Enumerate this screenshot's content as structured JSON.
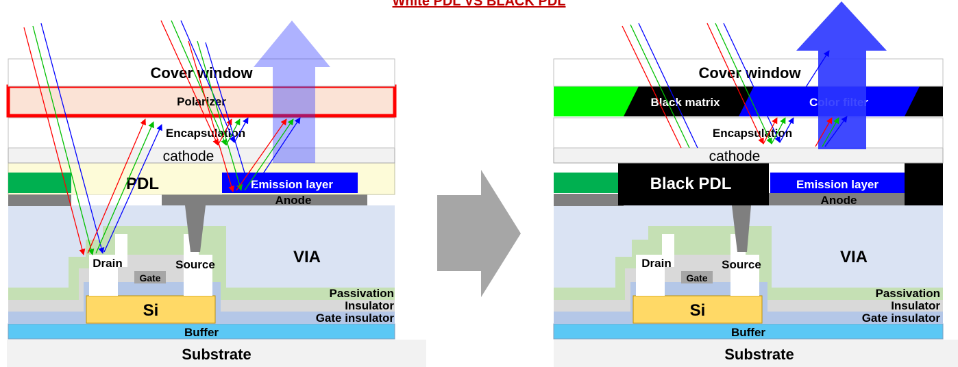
{
  "title": "White PDL  VS  BLACK PDL",
  "left": {
    "cover_window": "Cover window",
    "polarizer": "Polarizer",
    "encapsulation": "Encapsulation",
    "cathode": "cathode",
    "pdl": "PDL",
    "emission_layer": "Emission layer",
    "anode": "Anode",
    "via": "VIA",
    "drain": "Drain",
    "source": "Source",
    "gate": "Gate",
    "passivation": "Passivation",
    "insulator": "Insulator",
    "si": "Si",
    "gate_insulator": "Gate insulator",
    "buffer": "Buffer",
    "substrate": "Substrate"
  },
  "right": {
    "cover_window": "Cover window",
    "black_matrix": "Black matrix",
    "color_filter": "Color filter",
    "encapsulation": "Encapsulation",
    "cathode": "cathode",
    "black_pdl": "Black PDL",
    "emission_layer": "Emission layer",
    "anode": "Anode",
    "via": "VIA",
    "drain": "Drain",
    "source": "Source",
    "gate": "Gate",
    "passivation": "Passivation",
    "insulator": "Insulator",
    "si": "Si",
    "gate_insulator": "Gate insulator",
    "buffer": "Buffer",
    "substrate": "Substrate"
  },
  "colors": {
    "title": "#c00000",
    "pdl_white": "#fdfbd8",
    "black_pdl": "#000000",
    "polarizer_fill": "#fbe3d6",
    "polarizer_border": "#ff0000",
    "emission": "#0000ff",
    "green_subpixel": "#00b050",
    "bright_green": "#00ff00",
    "anode": "#7f7f7f",
    "via": "#dae3f3",
    "passivation": "#c5e0b4",
    "insulator": "#d9d9d9",
    "gate_insulator": "#b4c7e7",
    "si": "#ffd966",
    "buffer": "#5bc8f5",
    "substrate": "#f2f2f2",
    "light_up_arrow": "#9fa8f8",
    "strong_up_arrow": "#2a35ff",
    "middle_arrow": "#a6a6a6",
    "ray_red": "#ff0000",
    "ray_green": "#00c000",
    "ray_blue": "#0000ff"
  },
  "icons": {
    "middle_arrow": "right-arrow-icon",
    "left_emission_arrow": "up-arrow-icon",
    "right_emission_arrow": "up-arrow-icon"
  }
}
